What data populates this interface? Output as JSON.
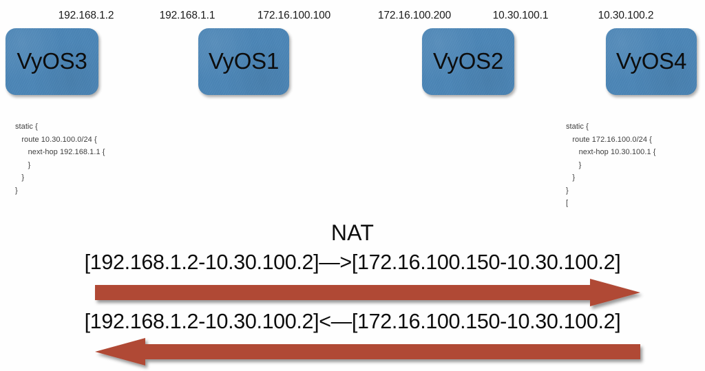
{
  "diagram": {
    "title": "VyOS NAT topology",
    "background_color": "#fefefe",
    "device_color": "#4a86b8",
    "arrow_color": "#b04a35",
    "text_color": "#0d0d0d"
  },
  "ip_labels": [
    {
      "text": "192.168.1.2",
      "name": "ip-label-vyos3-eth"
    },
    {
      "text": "192.168.1.1",
      "name": "ip-label-vyos1-left"
    },
    {
      "text": "172.16.100.100",
      "name": "ip-label-vyos1-right"
    },
    {
      "text": "172.16.100.200",
      "name": "ip-label-vyos2-left"
    },
    {
      "text": "10.30.100.1",
      "name": "ip-label-vyos2-right"
    },
    {
      "text": "10.30.100.2",
      "name": "ip-label-vyos4-eth"
    }
  ],
  "devices": [
    {
      "label": "VyOS3",
      "name": "device-vyos3"
    },
    {
      "label": "VyOS1",
      "name": "device-vyos1"
    },
    {
      "label": "VyOS2",
      "name": "device-vyos2"
    },
    {
      "label": "VyOS4",
      "name": "device-vyos4"
    }
  ],
  "config_left": {
    "device": "VyOS3",
    "text": "static {\n   route 10.30.100.0/24 {\n      next-hop 192.168.1.1 {\n      }\n   }\n}"
  },
  "config_right": {
    "device": "VyOS4",
    "text": "static {\n   route 172.16.100.0/24 {\n      next-hop 10.30.100.1 {\n      }\n   }\n}\n["
  },
  "nat": {
    "title": "NAT",
    "forward_line": "[192.168.1.2-10.30.100.2]—>[172.16.100.150-10.30.100.2]",
    "reverse_line": "[192.168.1.2-10.30.100.2]<—[172.16.100.150-10.30.100.2]",
    "forward_arrow_direction": "right",
    "reverse_arrow_direction": "left"
  }
}
